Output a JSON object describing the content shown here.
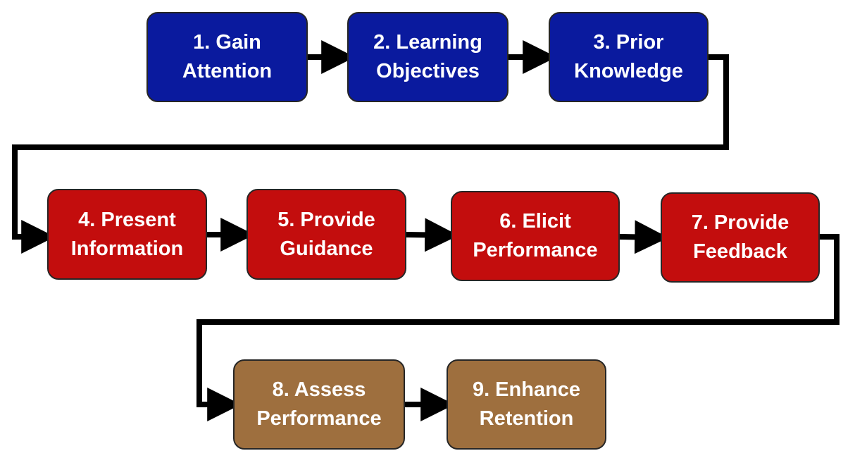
{
  "colors": {
    "row1": "#0a1a9e",
    "row2": "#c30d0d",
    "row3": "#9e6f3e",
    "connector": "#000000"
  },
  "steps": [
    {
      "label": "1. Gain\nAttention",
      "row": 1
    },
    {
      "label": "2. Learning\nObjectives",
      "row": 1
    },
    {
      "label": "3. Prior\nKnowledge",
      "row": 1
    },
    {
      "label": "4. Present\nInformation",
      "row": 2
    },
    {
      "label": "5. Provide\nGuidance",
      "row": 2
    },
    {
      "label": "6. Elicit\nPerformance",
      "row": 2
    },
    {
      "label": "7. Provide\nFeedback",
      "row": 2
    },
    {
      "label": "8. Assess\nPerformance",
      "row": 3
    },
    {
      "label": "9. Enhance\nRetention",
      "row": 3
    }
  ]
}
